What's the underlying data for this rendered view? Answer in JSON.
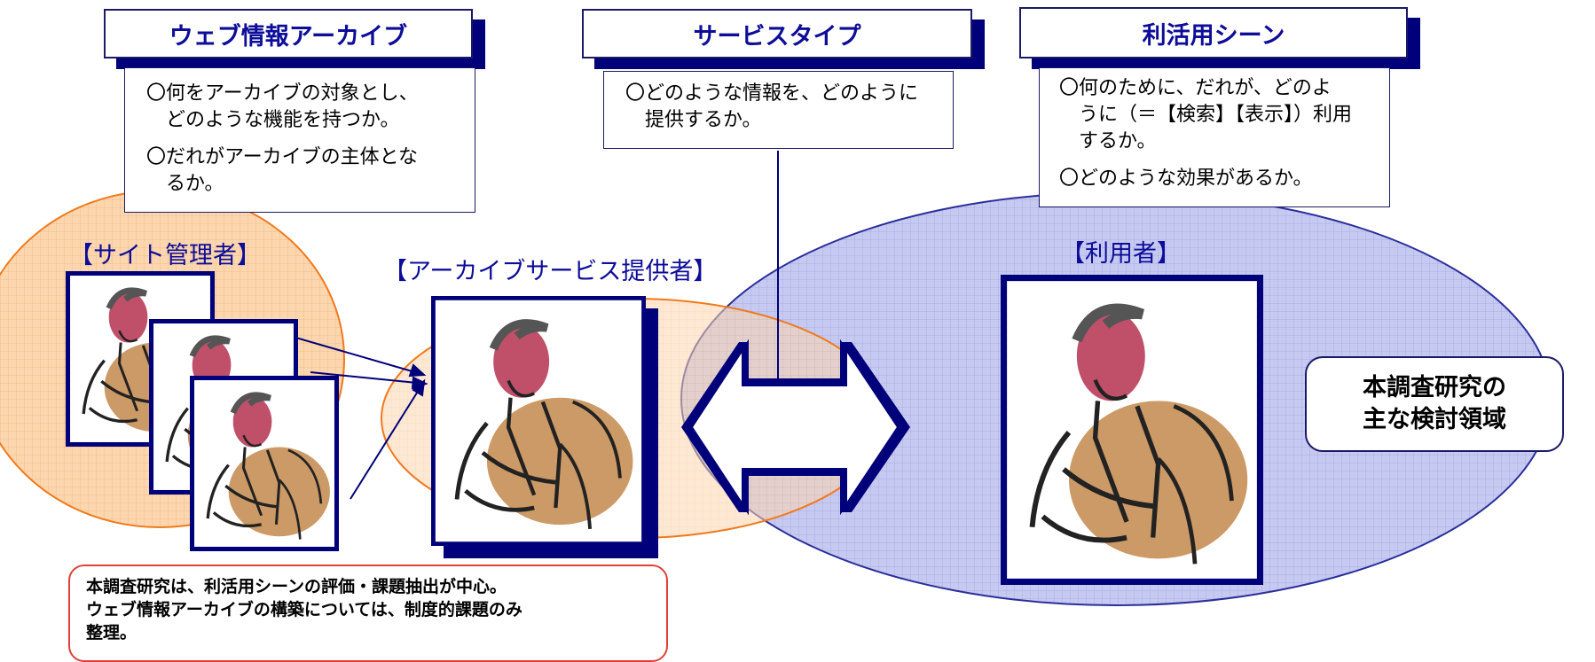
{
  "headers": {
    "archive": "ウェブ情報アーカイブ",
    "service": "サービスタイプ",
    "usage": "利活用シーン"
  },
  "notes": {
    "archive": [
      "〇何をアーカイブの対象とし、",
      "　どのような機能を持つか。",
      "〇だれがアーカイブの主体とな",
      "　るか。"
    ],
    "service": [
      "〇どのような情報を、どのように",
      "　提供するか。"
    ],
    "usage": [
      "〇何のために、だれが、どのよ",
      "　うに（＝【検索】【表示】）利用",
      "　するか。",
      "〇どのような効果があるか。"
    ]
  },
  "roles": {
    "site_admin": "【サイト管理者】",
    "provider": "【アーカイブサービス提供者】",
    "user": "【利用者】"
  },
  "focus_area": [
    "本調査研究の",
    "主な検討領域"
  ],
  "summary": [
    "本調査研究は、利活用シーンの評価・課題抽出が中心。",
    "ウェブ情報アーカイブの構築については、制度的課題のみ",
    "整理。"
  ],
  "colors": {
    "navy": "#00007a",
    "orange_fill": "#fbd6ae",
    "orange_stroke": "#f07a1e",
    "blue_fill": "#c4c7ef",
    "blue_stroke": "#2a2f9a",
    "red_border": "#e0403a"
  },
  "icons": [
    "businessman-clipart",
    "double-arrow-icon"
  ]
}
